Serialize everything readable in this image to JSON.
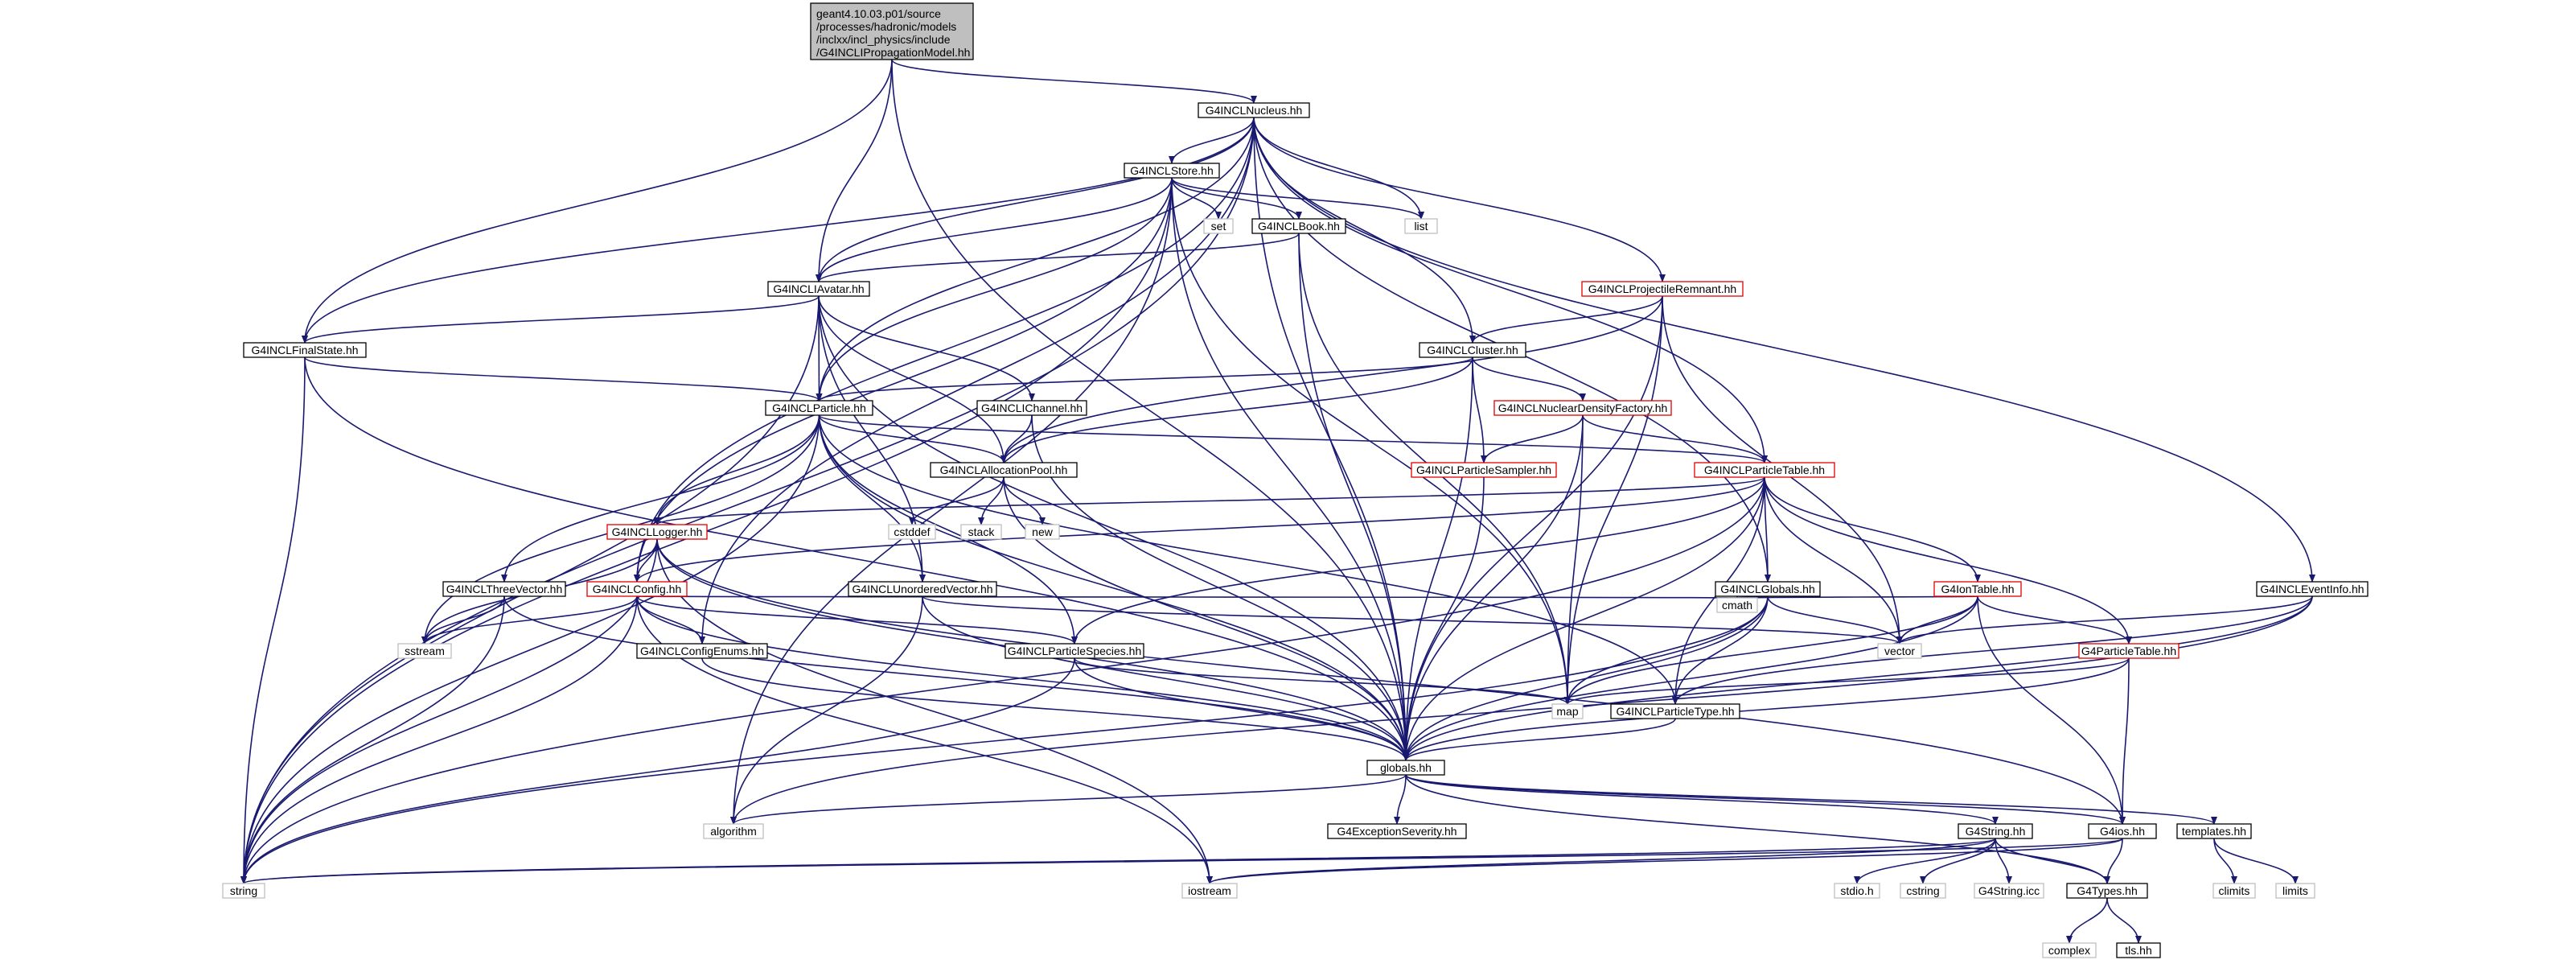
{
  "graph": {
    "root_path_lines": [
      "geant4.10.03.p01/source",
      "/processes/hadronic/models",
      "/inclxx/incl_physics/include",
      "/G4INCLIPropagationModel.hh"
    ],
    "colors": {
      "edge": "#191970",
      "root_fill": "#bfbfbf",
      "red_border": "#e00000",
      "system_border": "#bfbfbf"
    },
    "nodes": {
      "nucleus": "G4INCLNucleus.hh",
      "store": "G4INCLStore.hh",
      "list": "list",
      "set": "set",
      "book": "G4INCLBook.hh",
      "projectile_remnant": "G4INCLProjectileRemnant.hh",
      "iavatar": "G4INCLIAvatar.hh",
      "final_state": "G4INCLFinalState.hh",
      "cluster": "G4INCLCluster.hh",
      "ichannel": "G4INCLIChannel.hh",
      "nuclear_density_factory": "G4INCLNuclearDensityFactory.hh",
      "particle": "G4INCLParticle.hh",
      "allocation_pool": "G4INCLAllocationPool.hh",
      "particle_sampler": "G4INCLParticleSampler.hh",
      "particle_table": "G4INCLParticleTable.hh",
      "cstddef": "cstddef",
      "stack": "stack",
      "new": "new",
      "logger": "G4INCLLogger.hh",
      "three_vector": "G4INCLThreeVector.hh",
      "config": "G4INCLConfig.hh",
      "unordered_vector": "G4INCLUnorderedVector.hh",
      "globals": "G4INCLGlobals.hh",
      "ion_table": "G4IonTable.hh",
      "event_info": "G4INCLEventInfo.hh",
      "sstream": "sstream",
      "config_enums": "G4INCLConfigEnums.hh",
      "particle_species": "G4INCLParticleSpecies.hh",
      "cmath": "cmath",
      "vector": "vector",
      "g4_particle_table": "G4ParticleTable.hh",
      "map": "map",
      "particle_type": "G4INCLParticleType.hh",
      "globals_hh": "globals.hh",
      "algorithm": "algorithm",
      "exception_severity": "G4ExceptionSeverity.hh",
      "g4ios": "G4ios.hh",
      "templates": "templates.hh",
      "string": "string",
      "iostream": "iostream",
      "g4string": "G4String.hh",
      "stdio": "stdio.h",
      "cstring": "cstring",
      "g4string_icc": "G4String.icc",
      "g4types": "G4Types.hh",
      "climits": "climits",
      "limits": "limits",
      "complex": "complex",
      "tls": "tls.hh"
    }
  }
}
